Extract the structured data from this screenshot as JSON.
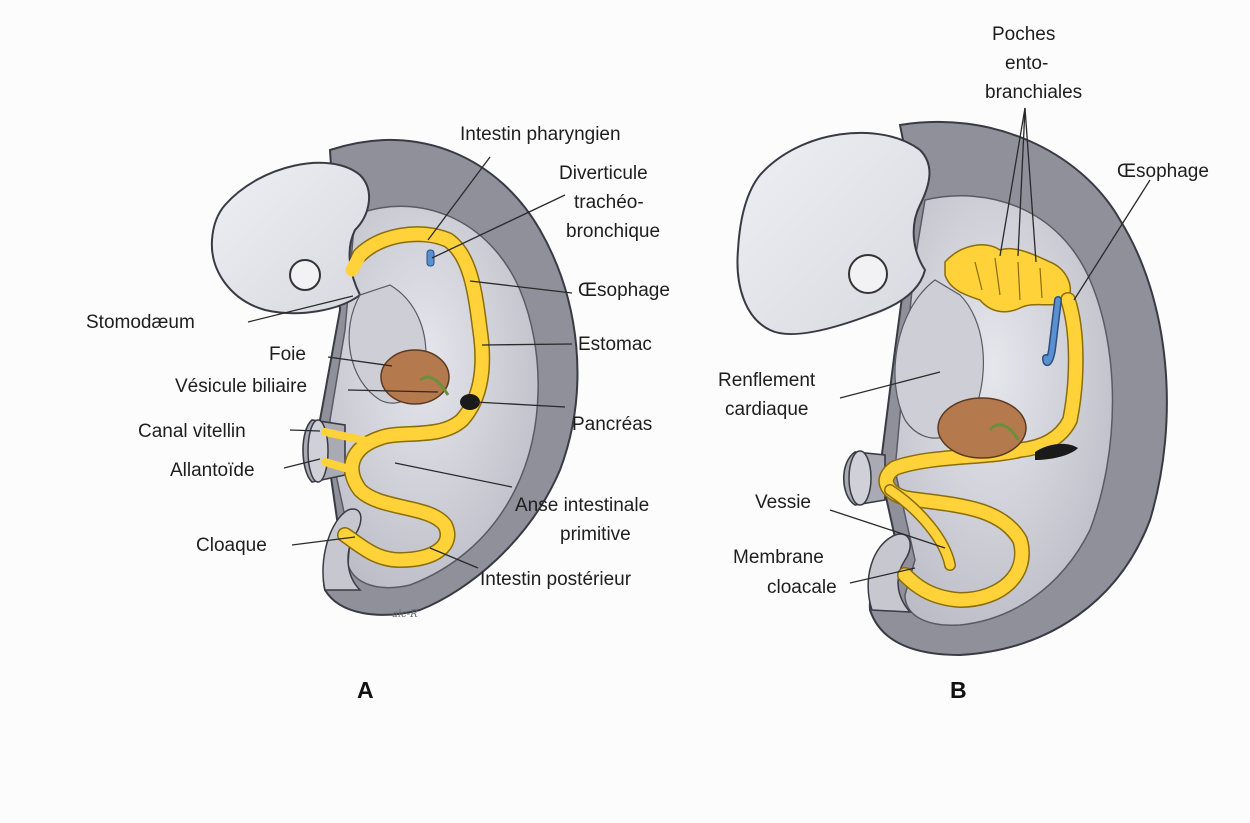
{
  "colors": {
    "page": "#fbfcfb",
    "body_light": "#e3e4ea",
    "body_mid": "#b8b9c2",
    "body_dark": "#8d8e98",
    "cavity": "#d6d7df",
    "gut_yellow": "#ffd23a",
    "liver_brown": "#b47a4e",
    "trachea_blue": "#5a8fd0",
    "pancreas_black": "#1a1a1a"
  },
  "panel_a": {
    "letter": "A",
    "labels": {
      "intestin_pharyngien": "Intestin pharyngien",
      "diverticule_l1": "Diverticule",
      "diverticule_l2": "trachéo-",
      "diverticule_l3": "bronchique",
      "oesophage": "Œsophage",
      "stomodaeum": "Stomodæum",
      "estomac": "Estomac",
      "foie": "Foie",
      "vesicule": "Vésicule biliaire",
      "pancreas": "Pancréas",
      "canal_vitellin": "Canal vitellin",
      "allantoide": "Allantoïde",
      "anse_l1": "Anse intestinale",
      "anse_l2": "primitive",
      "cloaque": "Cloaque",
      "intestin_posterieur": "Intestin postérieur"
    },
    "signature": "alc-R"
  },
  "panel_b": {
    "letter": "B",
    "labels": {
      "poches_l1": "Poches",
      "poches_l2": "ento-",
      "poches_l3": "branchiales",
      "oesophage": "Œsophage",
      "renflement_l1": "Renflement",
      "renflement_l2": "cardiaque",
      "vessie": "Vessie",
      "membrane_l1": "Membrane",
      "membrane_l2": "cloacale"
    }
  }
}
